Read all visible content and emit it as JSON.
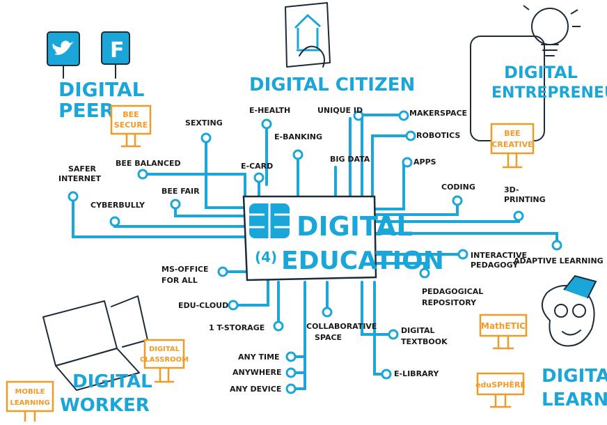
{
  "hub": {
    "line1": "DIGITAL",
    "prefix": "(4)",
    "line2": "EDUCATION"
  },
  "personas": {
    "peer": {
      "line1": "DIGITAL",
      "line2": "PEER",
      "sign_line1": "BEE",
      "sign_line2": "SECURE",
      "icon1": "twitter-icon",
      "icon2": "facebook-icon"
    },
    "citizen": {
      "title": "DIGITAL CITIZEN"
    },
    "entrepreneur": {
      "line1": "DIGITAL",
      "line2": "ENTREPRENEUR",
      "sign_line1": "BEE",
      "sign_line2": "CREATIVE"
    },
    "worker": {
      "line1": "DIGITAL",
      "line2": "WORKER",
      "sign_line1": "DIGITAL",
      "sign_line2": "CLASSROOM",
      "sign2_line1": "MOBILE",
      "sign2_line2": "LEARNING"
    },
    "learner": {
      "line1": "DIGITAL",
      "line2": "LEARNER",
      "sign1": "MathETIC",
      "sign2": "eduSPHÈRE"
    }
  },
  "nodes": {
    "sexting": "SEXTING",
    "e_health": "E-HEALTH",
    "unique_id": "UNIQUE ID",
    "makerspace": "MAKERSPACE",
    "robotics": "ROBOTICS",
    "e_banking": "E-BANKING",
    "big_data": "BIG DATA",
    "apps": "APPS",
    "bee_balanced": "BEE BALANCED",
    "e_card": "E-CARD",
    "safer_internet_1": "SAFER",
    "safer_internet_2": "INTERNET",
    "bee_fair": "BEE FAIR",
    "cyberbully": "CYBERBULLY",
    "coding": "CODING",
    "printing_1": "3D-",
    "printing_2": "PRINTING",
    "interactive_1": "INTERACTIVE",
    "interactive_2": "PEDAGOGY",
    "adaptive": "ADAPTIVE LEARNING",
    "ms_office_1": "MS-OFFICE",
    "ms_office_2": "FOR ALL",
    "pedagogical_1": "PEDAGOGICAL",
    "pedagogical_2": "REPOSITORY",
    "edu_cloud": "EDU-CLOUD",
    "storage": "1 T-STORAGE",
    "collab_1": "COLLABORATIVE",
    "collab_2": "SPACE",
    "textbook_1": "DIGITAL",
    "textbook_2": "TEXTBOOK",
    "anytime": "ANY TIME",
    "anywhere": "ANYWHERE",
    "anydevice": "ANY DEVICE",
    "elibrary": "E-LIBRARY"
  },
  "colors": {
    "accent": "#1aa6d9",
    "sign": "#f39a26",
    "ink": "#1a1a1a"
  }
}
